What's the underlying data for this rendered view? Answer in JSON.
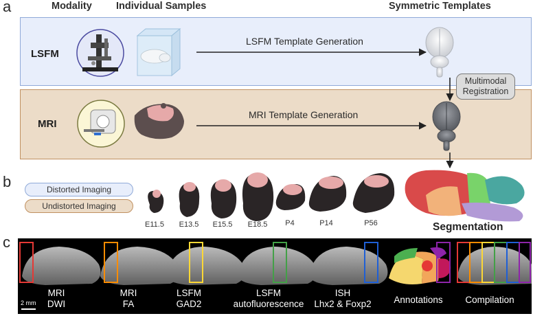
{
  "panels": {
    "a": "a",
    "b": "b",
    "c": "c"
  },
  "headers": {
    "modality": "Modality",
    "samples": "Individual Samples",
    "templates": "Symmetric Templates"
  },
  "rows": {
    "lsfm": {
      "label": "LSFM",
      "arrow_label": "LSFM Template Generation",
      "fill": "#e8eefb",
      "border": "#8fa9d8"
    },
    "mri": {
      "label": "MRI",
      "arrow_label": "MRI Template Generation",
      "fill": "#ecdcc8",
      "border": "#c09060"
    }
  },
  "registration": {
    "line1": "Multimodal",
    "line2": "Registration"
  },
  "legend": {
    "distorted": {
      "label": "Distorted Imaging",
      "border": "#8fa9d8",
      "fill": "#e8eefb"
    },
    "undistorted": {
      "label": "Undistorted Imaging",
      "border": "#c09060",
      "fill": "#ecdcc8"
    }
  },
  "ages": [
    "E11.5",
    "E13.5",
    "E15.5",
    "E18.5",
    "P4",
    "P14",
    "P56"
  ],
  "segmentation": "Segmentation",
  "scalebar": "2 mm",
  "strip_items": [
    {
      "line1": "MRI",
      "line2": "DWI",
      "color": "#e53935"
    },
    {
      "line1": "MRI",
      "line2": "FA",
      "color": "#fb8c00"
    },
    {
      "line1": "LSFM",
      "line2": "GAD2",
      "color": "#fdd835"
    },
    {
      "line1": "LSFM",
      "line2": "autofluorescence",
      "color": "#43a047"
    },
    {
      "line1": "ISH",
      "line2": "Lhx2 & Foxp2",
      "color": "#1e5fd6"
    },
    {
      "line1": "Annotations",
      "line2": "",
      "color": "#8e24aa"
    },
    {
      "line1": "Compilation",
      "line2": "",
      "color": "#ffffff"
    }
  ]
}
